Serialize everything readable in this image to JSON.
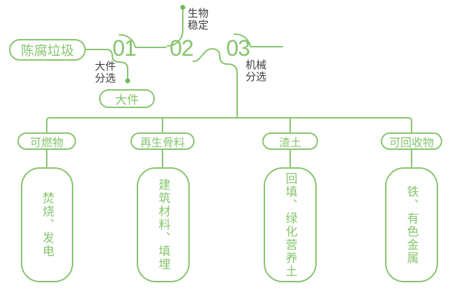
{
  "colors": {
    "green": "#86C56D",
    "dotgreen": "#6DBA58",
    "dark": "#3D3D3D",
    "bg": "#FFFFFF"
  },
  "flow": {
    "source": "陈腐垃圾",
    "steps": [
      {
        "number": "01",
        "process_lines": [
          "大件",
          "分选"
        ],
        "output": "大件"
      },
      {
        "number": "02",
        "process_lines": [
          "生物",
          "稳定"
        ]
      },
      {
        "number": "03",
        "process_lines": [
          "机械",
          "分选"
        ]
      }
    ],
    "streams": [
      {
        "label": "可燃物",
        "result": "焚烧、发电"
      },
      {
        "label": "再生骨料",
        "result": "建筑材料、填埋"
      },
      {
        "label": "渣土",
        "result": "回填、绿化营养土"
      },
      {
        "label": "可回收物",
        "result": "铁、有色金属"
      }
    ]
  }
}
